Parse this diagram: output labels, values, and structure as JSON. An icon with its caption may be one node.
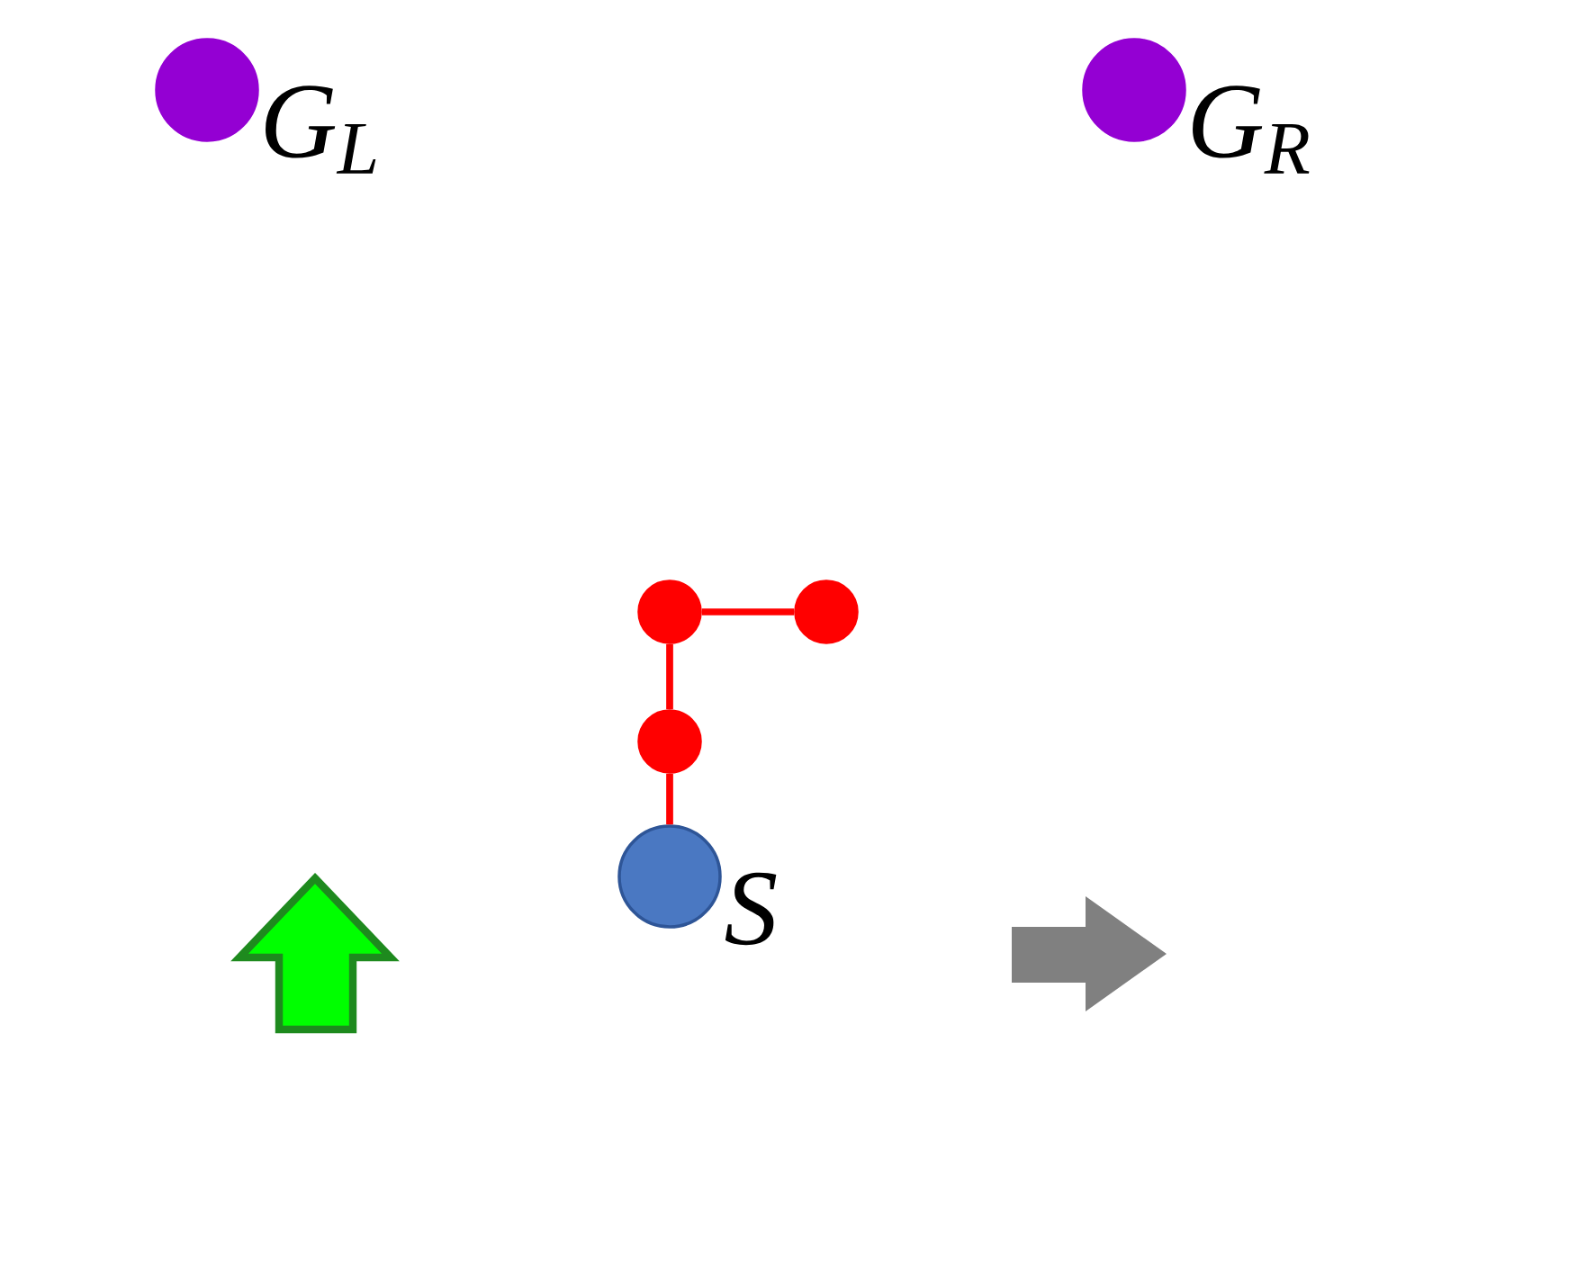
{
  "diagram": {
    "nodes": [
      {
        "text": [],
        "shape": "circle",
        "beside": [
          "G$_{L}$"
        ]
      },
      {
        "text": [],
        "shape": "circle",
        "beside": [
          "G$_{R}$"
        ]
      },
      {
        "text": [],
        "shape": "circle"
      },
      {
        "text": [],
        "shape": "circle"
      },
      {
        "text": [],
        "shape": "circle"
      },
      {
        "text": [],
        "shape": "circle",
        "beside": [
          "S"
        ]
      }
    ],
    "edges": [
      {
        "from": 2,
        "to": 3,
        "arrow": "none"
      },
      {
        "from": 2,
        "to": 4,
        "arrow": "none"
      },
      {
        "from": 4,
        "to": 5,
        "arrow": "none"
      }
    ]
  }
}
